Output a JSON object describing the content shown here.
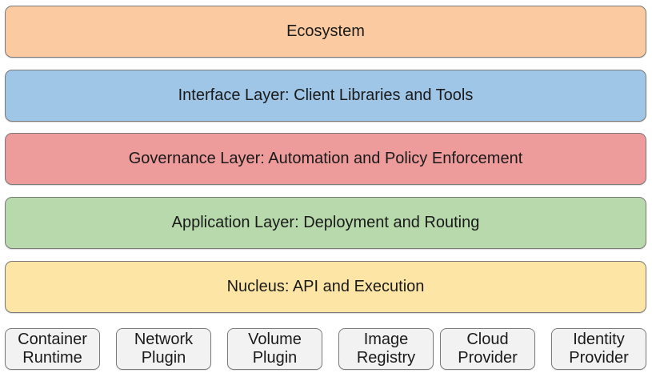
{
  "colors": {
    "ecosystem": "#fbcaa0",
    "interface": "#9fc6e7",
    "governance": "#ed9b9b",
    "application": "#b7d9ab",
    "nucleus": "#fde5a6",
    "plugin": "#f2f2f2",
    "border": "#7a7a7a"
  },
  "layers": [
    {
      "label": "Ecosystem"
    },
    {
      "label": "Interface Layer: Client Libraries and Tools"
    },
    {
      "label": "Governance Layer: Automation and Policy Enforcement"
    },
    {
      "label": "Application Layer: Deployment and Routing"
    },
    {
      "label": "Nucleus: API and Execution"
    }
  ],
  "plugins": [
    {
      "line1": "Container",
      "line2": "Runtime"
    },
    {
      "line1": "Network",
      "line2": "Plugin"
    },
    {
      "line1": "Volume",
      "line2": "Plugin"
    },
    {
      "line1": "Image",
      "line2": "Registry"
    },
    {
      "line1": "Cloud",
      "line2": "Provider"
    },
    {
      "line1": "Identity",
      "line2": "Provider"
    }
  ]
}
